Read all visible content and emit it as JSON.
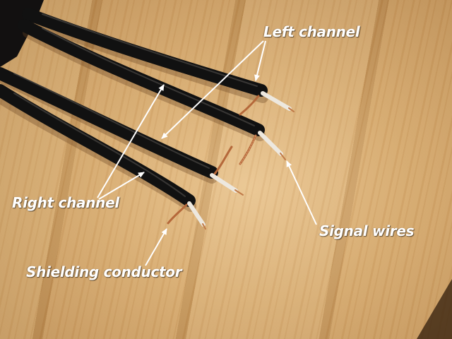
{
  "labels": {
    "left_channel": "Left channel",
    "right_channel": "Right channel",
    "signal_wires": "Signal wires",
    "shielding_conductor": "Shielding conductor"
  },
  "colors": {
    "wood": "#d1a468",
    "cable_jacket": "#111111",
    "copper_shield": "#b5683a",
    "wire_insulation": "#ede8df",
    "annotation": "#ffffff"
  }
}
